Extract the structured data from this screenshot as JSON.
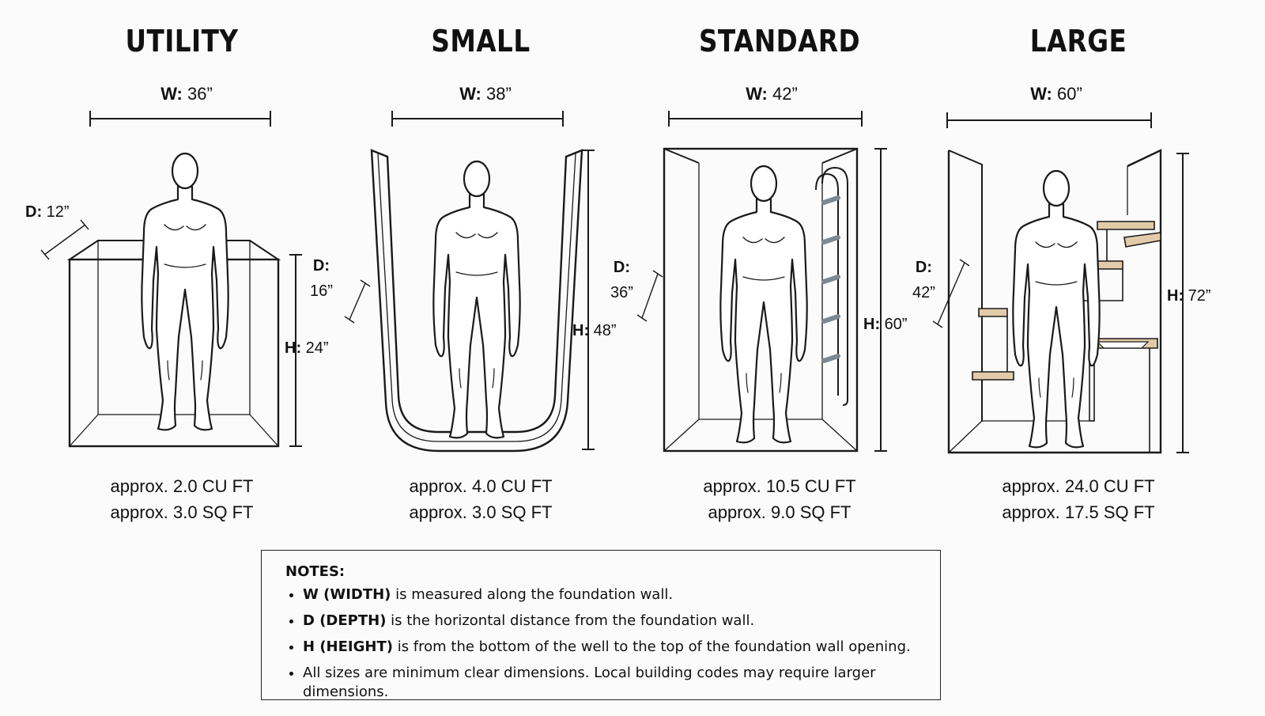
{
  "sizes": [
    {
      "name": "UTILITY",
      "width": {
        "label": "W:",
        "value": "36”"
      },
      "depth": {
        "label": "D:",
        "value": "12”"
      },
      "height": {
        "label": "H:",
        "value": "24”"
      },
      "volume": "approx. 2.0 CU FT",
      "area": "approx. 3.0 SQ FT"
    },
    {
      "name": "SMALL",
      "width": {
        "label": "W:",
        "value": "38”"
      },
      "depth": {
        "label": "D:",
        "value": "16”"
      },
      "height": {
        "label": "H:",
        "value": "48”"
      },
      "volume": "approx. 4.0 CU FT",
      "area": "approx. 3.0 SQ FT"
    },
    {
      "name": "STANDARD",
      "width": {
        "label": "W:",
        "value": "42”"
      },
      "depth": {
        "label": "D:",
        "value": "36”"
      },
      "height": {
        "label": "H:",
        "value": "60”"
      },
      "volume": "approx. 10.5 CU FT",
      "area": "approx. 9.0 SQ FT"
    },
    {
      "name": "LARGE",
      "width": {
        "label": "W:",
        "value": "60”"
      },
      "depth": {
        "label": "D:",
        "value": "42”"
      },
      "height": {
        "label": "H:",
        "value": "72”"
      },
      "volume": "approx. 24.0 CU FT",
      "area": "approx. 17.5 SQ FT"
    }
  ],
  "notes": {
    "title": "NOTES:",
    "items": [
      {
        "key": "W (WIDTH)",
        "text": " is measured along the foundation wall."
      },
      {
        "key": "D (DEPTH)",
        "text": " is the horizontal distance from the foundation wall."
      },
      {
        "key": "H (HEIGHT)",
        "text": " is from the bottom of the well to the top of the foundation wall opening."
      },
      {
        "key": "",
        "text": "All sizes are minimum clear dimensions. Local building codes may require larger dimensions."
      }
    ]
  },
  "colors": {
    "line": "#1a1a1a",
    "rung": "#7d8790",
    "wood": "#e2cba8"
  },
  "icons": [
    "human-figure-icon",
    "ladder-icon",
    "steps-icon"
  ]
}
